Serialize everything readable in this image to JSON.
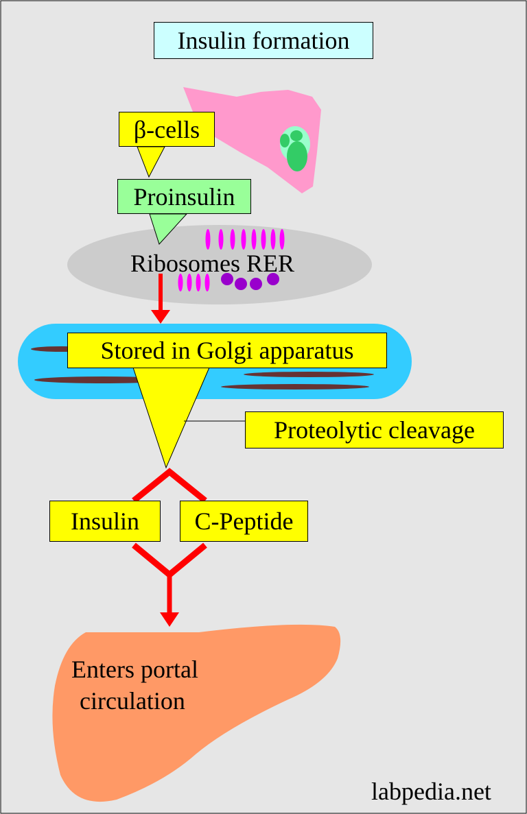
{
  "title": "Insulin formation",
  "labels": {
    "beta_cells": "β-cells",
    "proinsulin": "Proinsulin",
    "ribosomes": "Ribosomes RER",
    "golgi": "Stored in Golgi apparatus",
    "cleavage": "Proteolytic cleavage",
    "insulin": "Insulin",
    "c_peptide": "C-Peptide",
    "portal_line1": "Enters portal",
    "portal_line2": "circulation"
  },
  "watermark": "labpedia.net",
  "colors": {
    "background": "#e6e6e6",
    "title_box": "#ccffff",
    "callout_yellow": "#ffff00",
    "proinsulin_green": "#99ff99",
    "beta_cell_pink": "#ff99cc",
    "nucleus_green": "#33cc66",
    "nucleus_ring": "#99ffcc",
    "rer_gray": "#cccccc",
    "ribosome_magenta": "#ff00ff",
    "ribosome_purple": "#9900cc",
    "golgi_cyan": "#33ccff",
    "golgi_cisternae": "#663333",
    "arrow_red": "#ff0000",
    "liver_orange": "#ff9966"
  }
}
